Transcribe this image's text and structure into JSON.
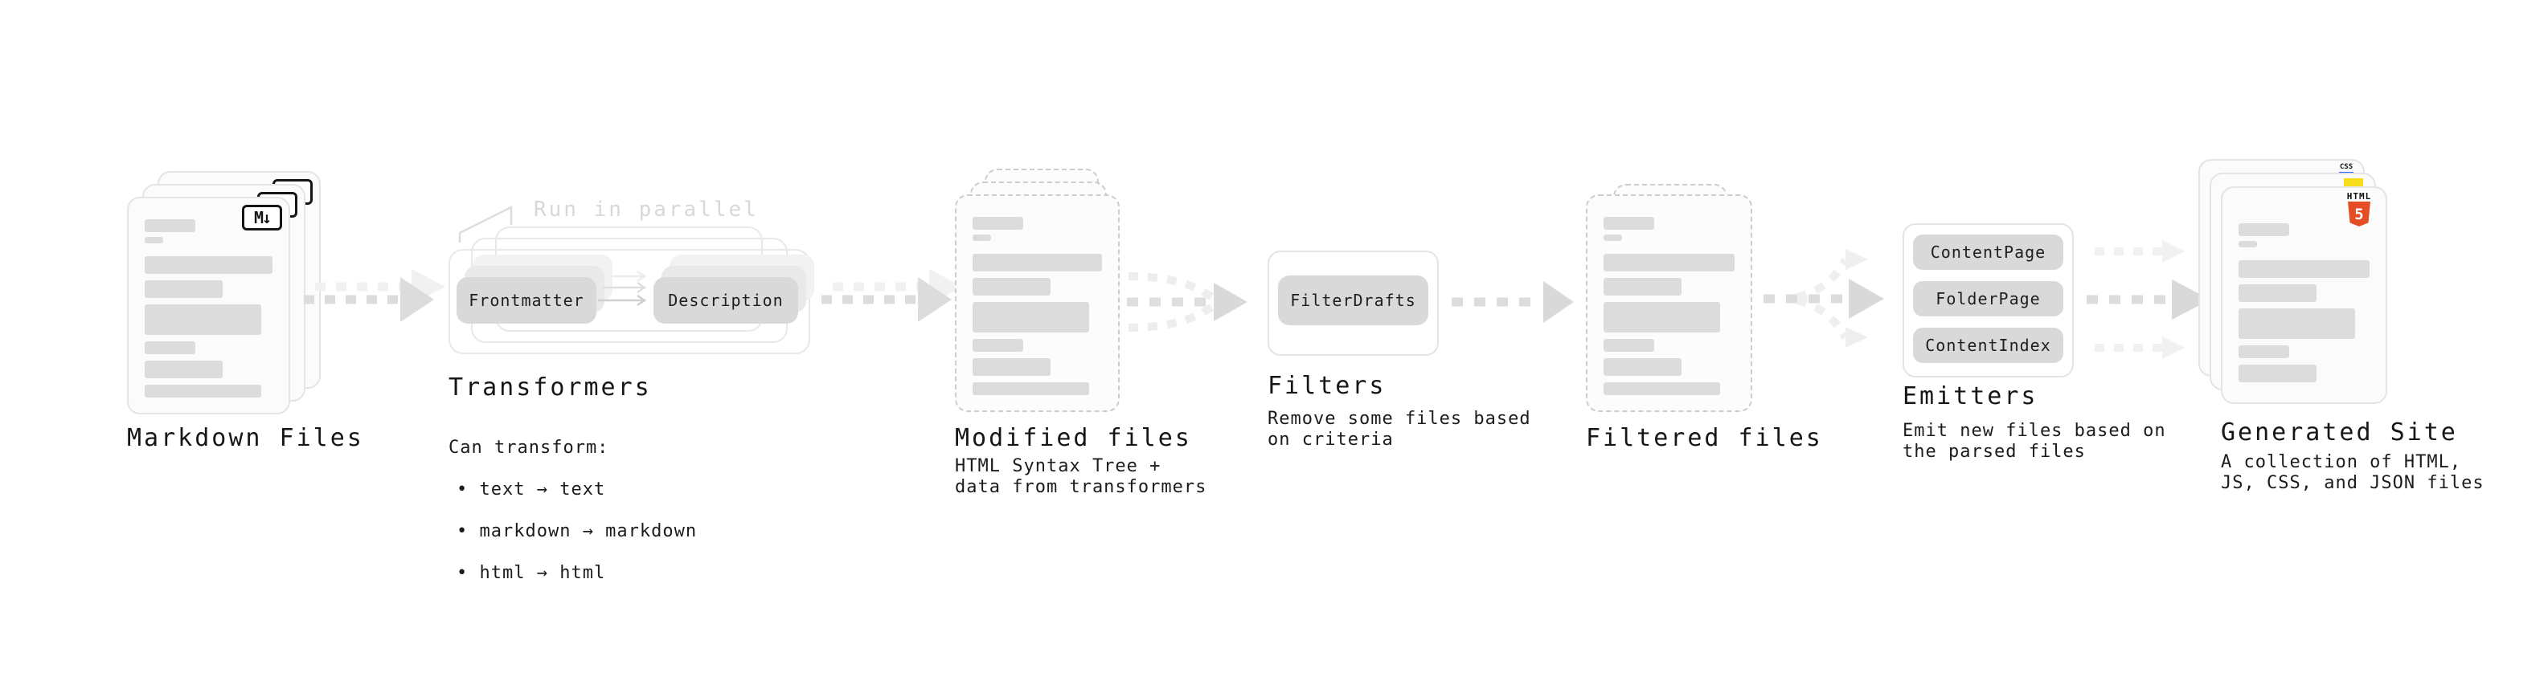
{
  "stages": {
    "markdown": {
      "label": "Markdown Files",
      "badge": "M↓"
    },
    "transformers": {
      "label": "Transformers",
      "callout": "Run in parallel",
      "pills": [
        "Frontmatter",
        "Description"
      ],
      "note_title": "Can transform:",
      "bullets": [
        "• text → text",
        "• markdown → markdown",
        "• html → html"
      ]
    },
    "modified": {
      "label": "Modified files",
      "note": "HTML Syntax Tree +\ndata from transformers"
    },
    "filters": {
      "label": "Filters",
      "pills": [
        "FilterDrafts"
      ],
      "note": "Remove some files based\non criteria"
    },
    "filtered": {
      "label": "Filtered files"
    },
    "emitters": {
      "label": "Emitters",
      "pills": [
        "ContentPage",
        "FolderPage",
        "ContentIndex"
      ],
      "note": "Emit new files based on\nthe parsed files"
    },
    "generated": {
      "label": "Generated Site",
      "note": "A collection of HTML,\nJS, CSS, and JSON files",
      "badges": {
        "html_caption": "HTML",
        "html_number": "5",
        "css": "CSS"
      }
    }
  },
  "colors": {
    "arrow_dark": "#dcdcdc",
    "arrow_light": "#f1f1f1",
    "pill_bg": "#d9d9d9",
    "placeholder_bar": "#dcdcdc",
    "html5_orange": "#e44d26",
    "js_yellow": "#f5de19",
    "css_blue": "#2965f1"
  }
}
